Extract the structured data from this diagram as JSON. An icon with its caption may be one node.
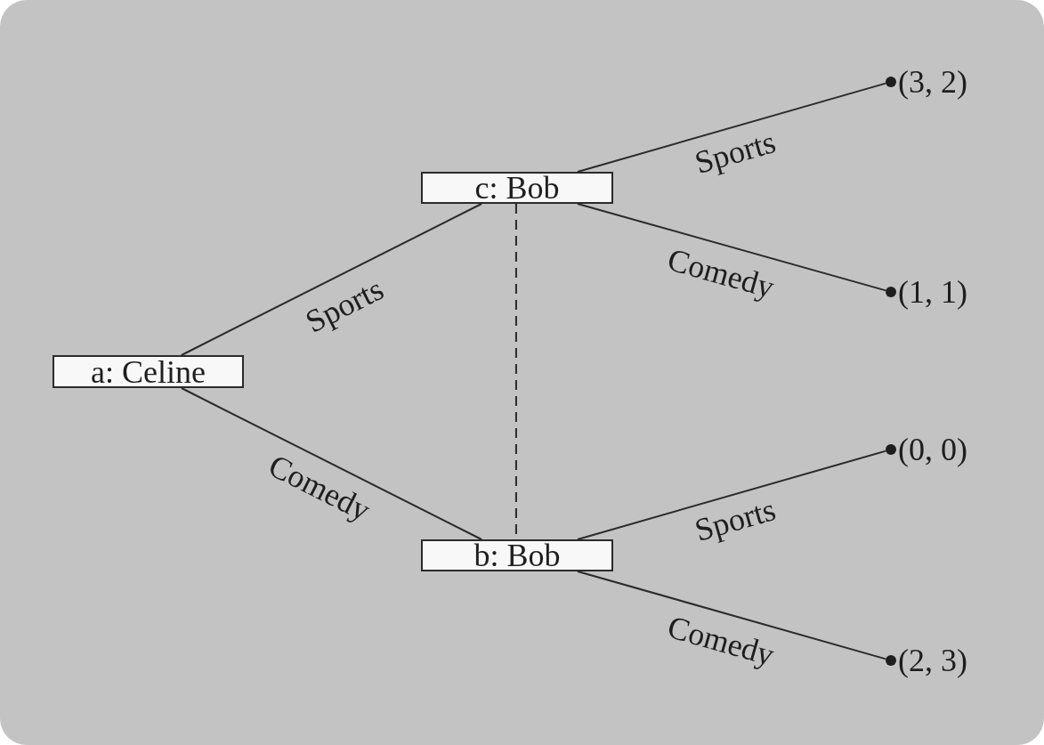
{
  "diagram": {
    "nodes": [
      {
        "text": [
          "a: Celine"
        ]
      },
      {
        "text": [
          "c: Bob"
        ]
      },
      {
        "text": [
          "b: Bob"
        ]
      },
      {
        "text": [],
        "shape": "circle",
        "beside": [
          "(3, 2)"
        ]
      },
      {
        "text": [],
        "shape": "circle",
        "beside": [
          "(1, 1)"
        ]
      },
      {
        "text": [],
        "shape": "circle",
        "beside": [
          "(0, 0)"
        ]
      },
      {
        "text": [],
        "shape": "circle",
        "beside": [
          "(2, 3)"
        ]
      }
    ],
    "edges": [
      {
        "from": 0,
        "to": 1,
        "arrow": "none",
        "label": "Sports"
      },
      {
        "from": 0,
        "to": 2,
        "arrow": "none",
        "label": "Comedy"
      },
      {
        "from": 1,
        "to": 3,
        "arrow": "none",
        "label": "Sports"
      },
      {
        "from": 1,
        "to": 4,
        "arrow": "none",
        "label": "Comedy"
      },
      {
        "from": 2,
        "to": 5,
        "arrow": "none",
        "label": "Sports"
      },
      {
        "from": 2,
        "to": 6,
        "arrow": "none",
        "label": "Comedy"
      },
      {
        "from": 1,
        "to": 2,
        "arrow": "none",
        "style": "dashed"
      }
    ]
  }
}
